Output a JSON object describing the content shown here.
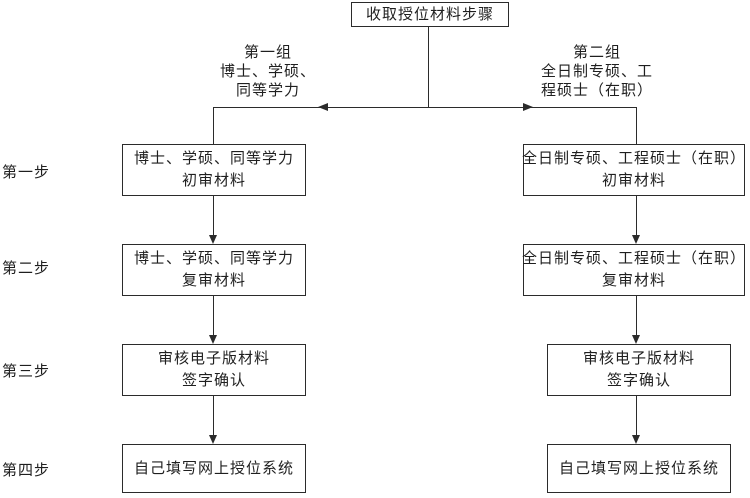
{
  "title": {
    "label": "收取授位材料步骤"
  },
  "group_headers": {
    "left": {
      "lines": [
        "第一组",
        "博士、学硕、",
        "同等学力"
      ]
    },
    "right": {
      "lines": [
        "第二组",
        "全日制专硕、工",
        "程硕士（在职）"
      ]
    }
  },
  "step_labels": [
    "第一步",
    "第二步",
    "第三步",
    "第四步"
  ],
  "columns": {
    "left": [
      {
        "lines": [
          "博士、学硕、同等学力",
          "初审材料"
        ]
      },
      {
        "lines": [
          "博士、学硕、同等学力",
          "复审材料"
        ]
      },
      {
        "lines": [
          "审核电子版材料",
          "签字确认"
        ]
      },
      {
        "lines": [
          "自己填写网上授位系统"
        ]
      }
    ],
    "right": [
      {
        "lines": [
          "全日制专硕、工程硕士（在职）",
          "初审材料"
        ]
      },
      {
        "lines": [
          "全日制专硕、工程硕士（在职）",
          "复审材料"
        ]
      },
      {
        "lines": [
          "审核电子版材料",
          "签字确认"
        ]
      },
      {
        "lines": [
          "自己填写网上授位系统"
        ]
      }
    ]
  },
  "colors": {
    "line": "#2b2b2b",
    "text": "#1f1f1f",
    "background": "#ffffff"
  }
}
